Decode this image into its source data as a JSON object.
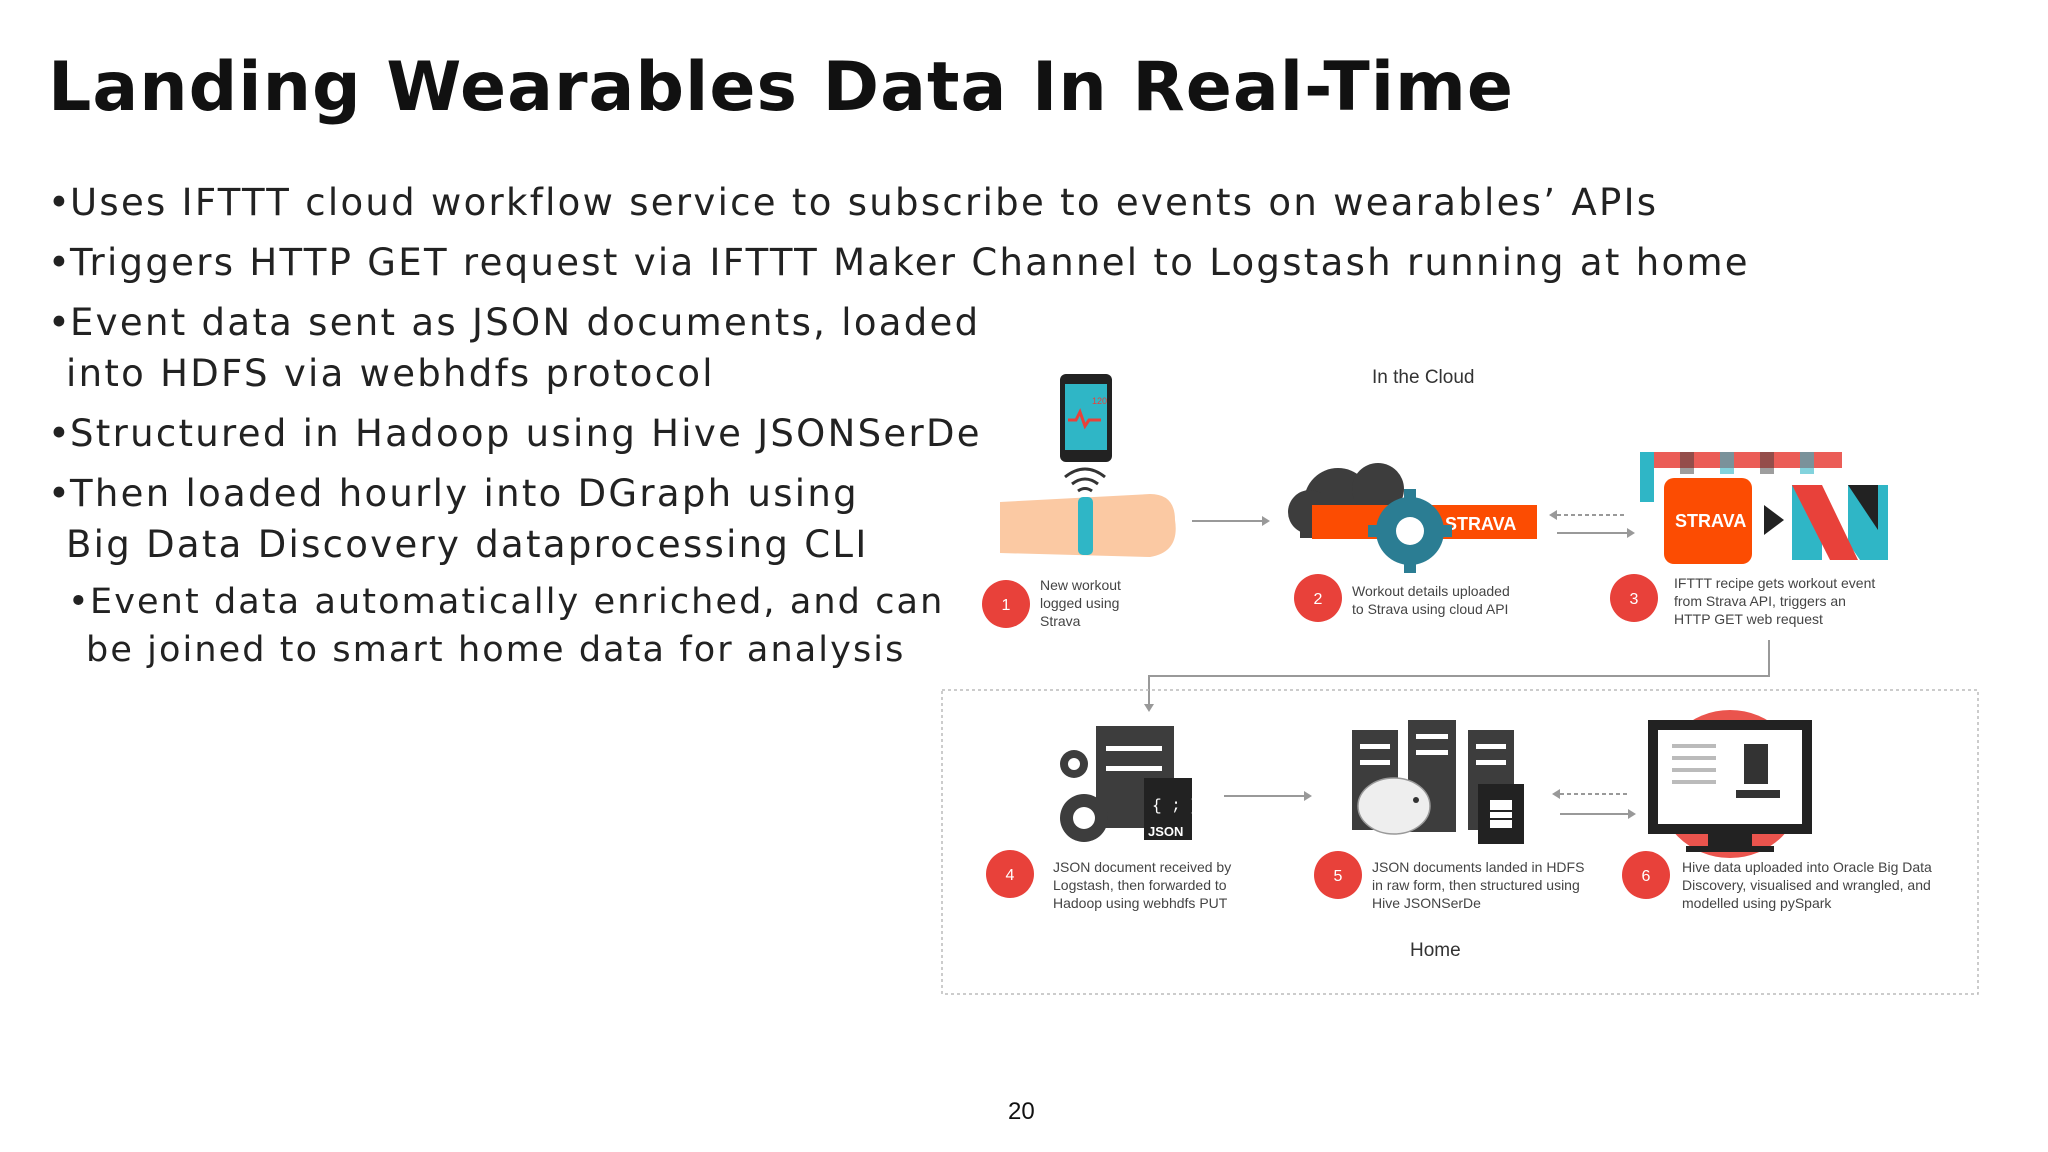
{
  "slide": {
    "title": "Landing Wearables Data In Real-Time",
    "page_number": "20"
  },
  "bullets": [
    "Uses IFTTT cloud workflow service to subscribe to events on wearables’ APIs",
    "Triggers HTTP GET request via IFTTT Maker Channel to Logstash running at home",
    "Event data sent as JSON documents, loaded",
    "into HDFS via webhdfs protocol",
    "Structured in Hadoop using Hive JSONSerDe",
    "Then loaded hourly into DGraph using",
    "Big Data Discovery dataprocessing CLI",
    "Event data automatically enriched, and can",
    "be joined to smart home data for analysis"
  ],
  "diagram": {
    "cloud_label": "In the Cloud",
    "home_label": "Home",
    "strava_label": "STRAVA",
    "json_icon_label": "JSON",
    "json_badge_label": "{ ; }",
    "heart_rate_value": "120",
    "colors": {
      "accent_red": "#e8413a",
      "strava_orange": "#fc4c02",
      "gear_teal": "#2b7d93",
      "icon_dark": "#3d3d3d"
    },
    "steps": [
      {
        "num": "1",
        "lines": [
          "New workout",
          "logged using",
          "Strava"
        ]
      },
      {
        "num": "2",
        "lines": [
          "Workout details uploaded",
          "to Strava using cloud API"
        ]
      },
      {
        "num": "3",
        "lines": [
          "IFTTT recipe gets workout event",
          "from Strava API, triggers an",
          "HTTP GET web request"
        ]
      },
      {
        "num": "4",
        "lines": [
          "JSON document received by",
          "Logstash, then forwarded to",
          "Hadoop using webhdfs PUT"
        ]
      },
      {
        "num": "5",
        "lines": [
          "JSON documents landed in HDFS",
          "in raw form, then structured using",
          "Hive JSONSerDe"
        ]
      },
      {
        "num": "6",
        "lines": [
          "Hive data uploaded into Oracle Big Data",
          "Discovery, visualised and wrangled, and",
          "modelled using pySpark"
        ]
      }
    ]
  }
}
